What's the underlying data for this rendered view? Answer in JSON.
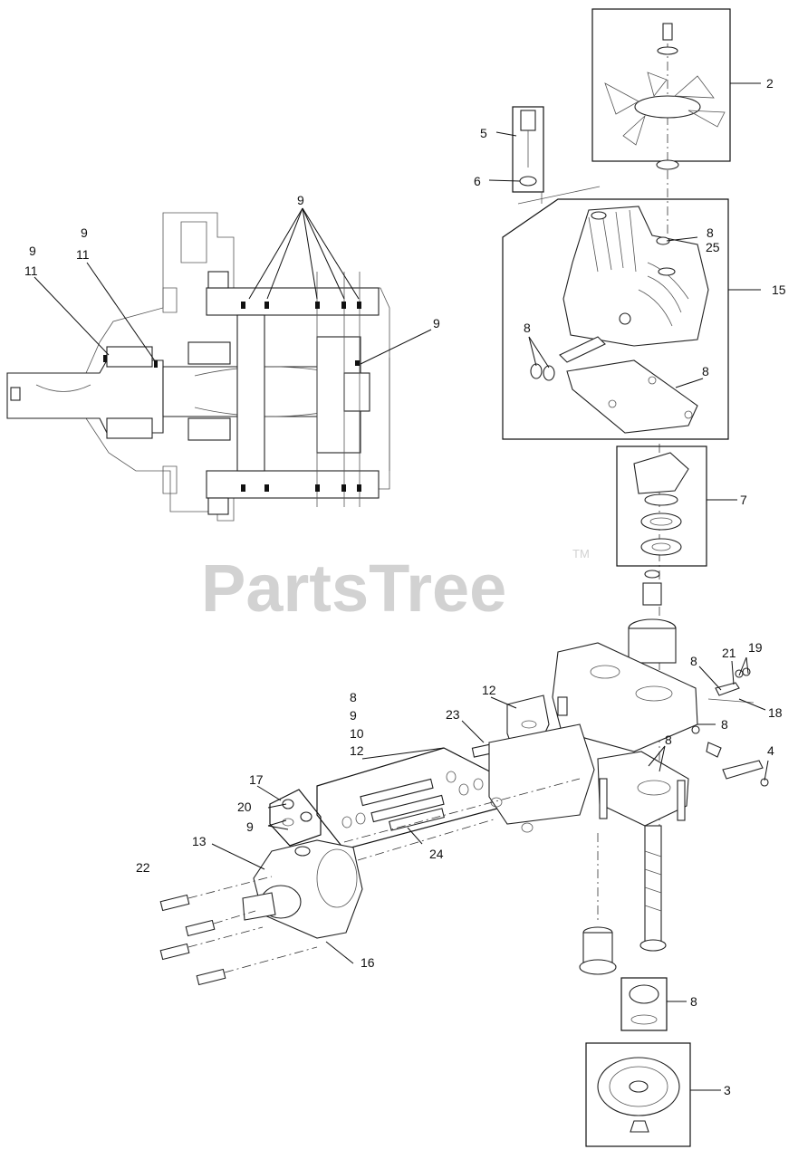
{
  "watermark": {
    "text": "PartsTree",
    "trademark": "TM"
  },
  "callouts": {
    "c1": "2",
    "c2": "5",
    "c3": "6",
    "c4": "9",
    "c5": "9",
    "c6": "11",
    "c7": "9",
    "c8": "11",
    "c9": "8",
    "c10": "25",
    "c11": "15",
    "c12": "9",
    "c13": "8",
    "c14": "8",
    "c15": "7",
    "c16": "8",
    "c17": "21",
    "c18": "19",
    "c19": "18",
    "c20": "12",
    "c21": "8",
    "c22": "9",
    "c23": "10",
    "c24": "12",
    "c25": "23",
    "c26": "8",
    "c27": "8",
    "c28": "4",
    "c29": "17",
    "c30": "20",
    "c31": "9",
    "c32": "13",
    "c33": "24",
    "c34": "22",
    "c35": "16",
    "c36": "8",
    "c37": "3"
  }
}
